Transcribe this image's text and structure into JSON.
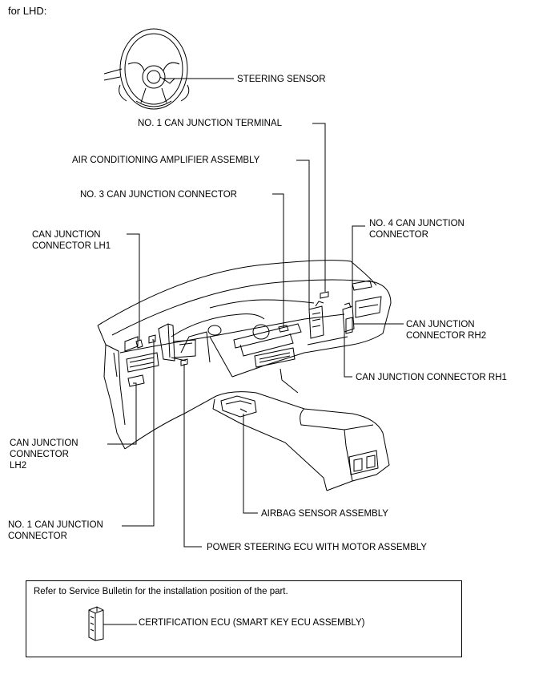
{
  "heading": "for LHD:",
  "labels": {
    "steering_sensor": "STEERING SENSOR",
    "no1_can_junction_terminal": "NO. 1 CAN JUNCTION TERMINAL",
    "air_conditioning_amplifier": "AIR CONDITIONING AMPLIFIER ASSEMBLY",
    "no3_can_junction_connector": "NO. 3 CAN JUNCTION CONNECTOR",
    "can_junction_connector_lh1": [
      "CAN JUNCTION",
      "CONNECTOR LH1"
    ],
    "no4_can_junction_connector": [
      "NO. 4 CAN JUNCTION",
      "CONNECTOR"
    ],
    "can_junction_connector_rh2": [
      "CAN JUNCTION",
      "CONNECTOR RH2"
    ],
    "can_junction_connector_rh1": "CAN JUNCTION CONNECTOR RH1",
    "can_junction_connector_lh2": [
      "CAN JUNCTION",
      "CONNECTOR",
      "LH2"
    ],
    "airbag_sensor_assembly": "AIRBAG SENSOR ASSEMBLY",
    "no1_can_junction_connector": [
      "NO. 1 CAN JUNCTION",
      "CONNECTOR"
    ],
    "power_steering_ecu": "POWER STEERING ECU WITH MOTOR ASSEMBLY"
  },
  "note": {
    "text": "Refer to Service Bulletin for the installation position of the part.",
    "certification_label": "CERTIFICATION ECU (SMART KEY ECU ASSEMBLY)"
  }
}
